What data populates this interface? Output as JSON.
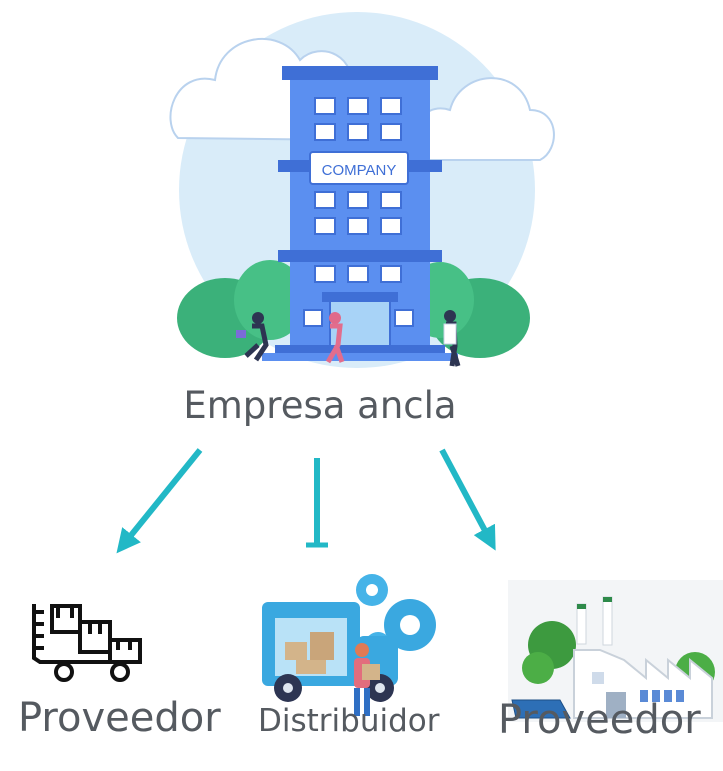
{
  "building_sign": "COMPANY",
  "anchor_label": "Empresa ancla",
  "nodes": [
    {
      "label": "Proveedor",
      "icon": "forklift-boxes-icon"
    },
    {
      "label": "Distribuidor",
      "icon": "delivery-truck-gears-icon"
    },
    {
      "label": "Proveedor",
      "icon": "factory-icon"
    }
  ],
  "colors": {
    "arrow": "#22b8c6",
    "sky_circle": "#d9ecf9",
    "building": "#5b8ff0",
    "building_dark": "#3f6fd6",
    "bush": "#3bb17a",
    "text": "#555a60"
  }
}
